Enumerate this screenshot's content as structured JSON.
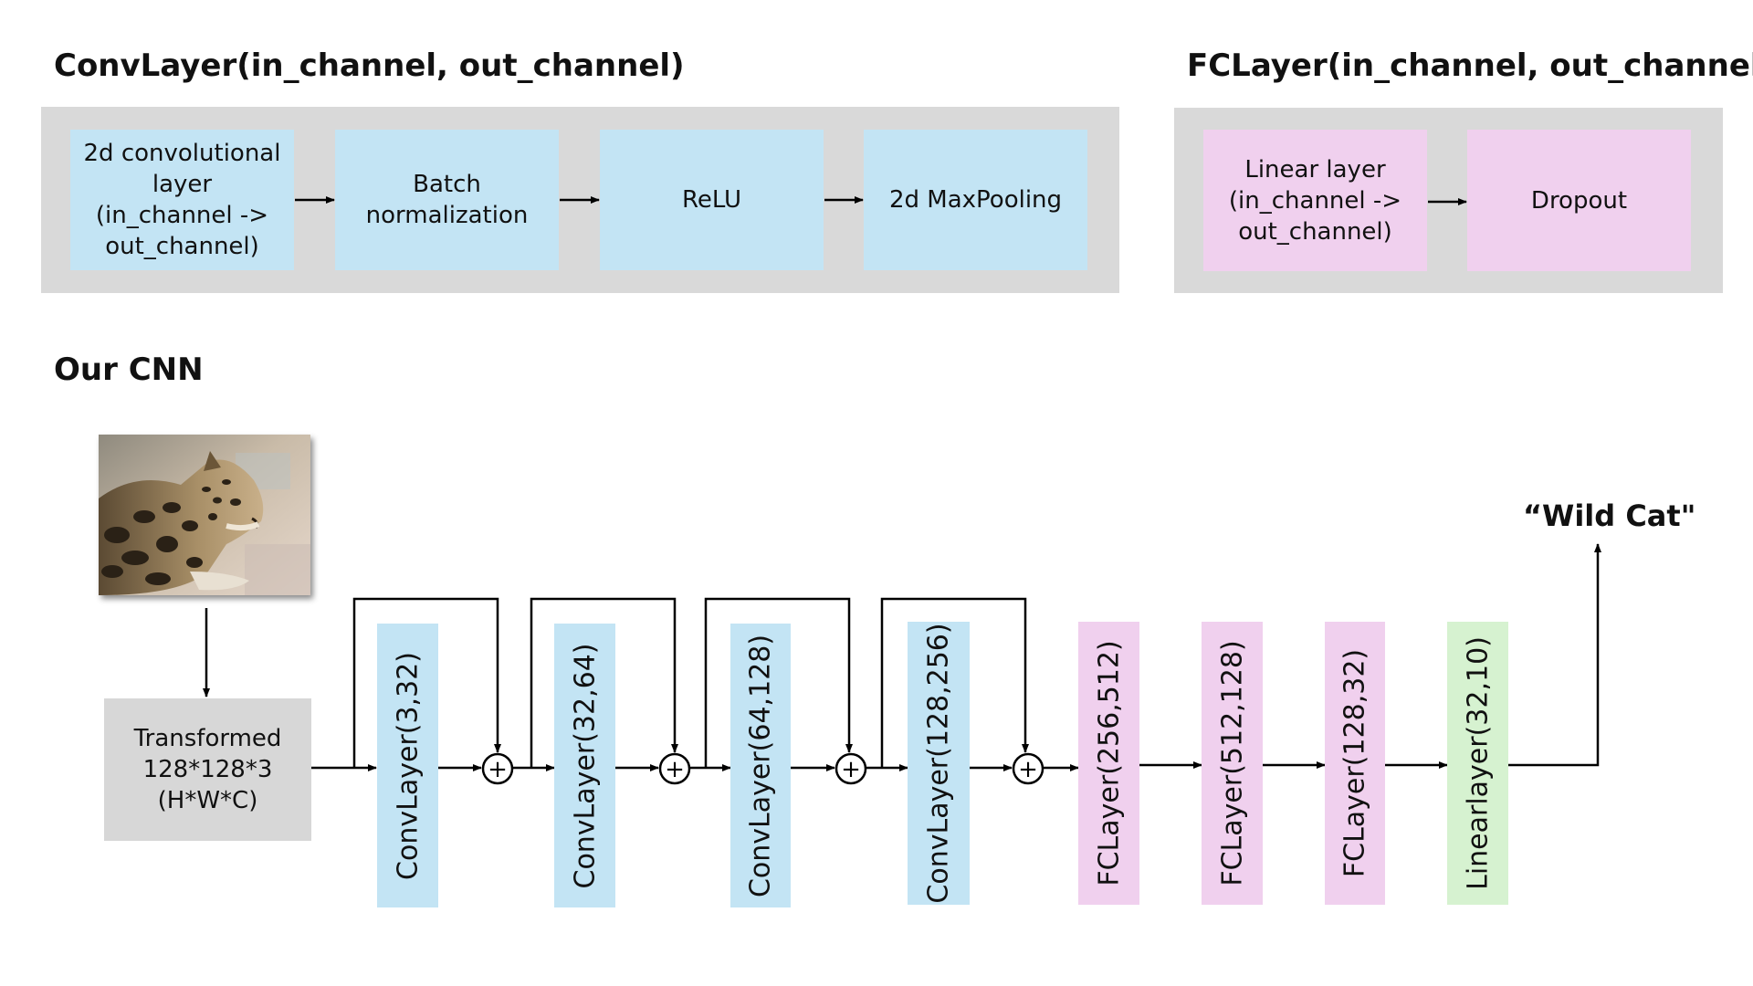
{
  "conv_def": {
    "title": "ConvLayer(in_channel, out_channel)",
    "steps": [
      "2d convolutional\nlayer\n(in_channel ->\nout_channel)",
      "Batch\nnormalization",
      "ReLU",
      "2d MaxPooling"
    ]
  },
  "fc_def": {
    "title": "FCLayer(in_channel, out_channel)",
    "steps": [
      "Linear layer\n(in_channel ->\nout_channel)",
      "Dropout"
    ]
  },
  "cnn": {
    "title": "Our CNN",
    "input_label": "Transformed\n128*128*3\n(H*W*C)",
    "layers": [
      "ConvLayer(3,32)",
      "ConvLayer(32,64)",
      "ConvLayer(64,128)",
      "ConvLayer(128,256)",
      "FCLayer(256,512)",
      "FCLayer(512,128)",
      "FCLayer(128,32)",
      "Linearlayer(32,10)"
    ],
    "plus_symbol": "+",
    "output": "“Wild Cat\""
  },
  "colors": {
    "conv": "#c3e4f4",
    "fc": "#f0d0ee",
    "linear": "#d6f2d0",
    "panel": "#d9d9d9",
    "input": "#d7d7d7"
  }
}
